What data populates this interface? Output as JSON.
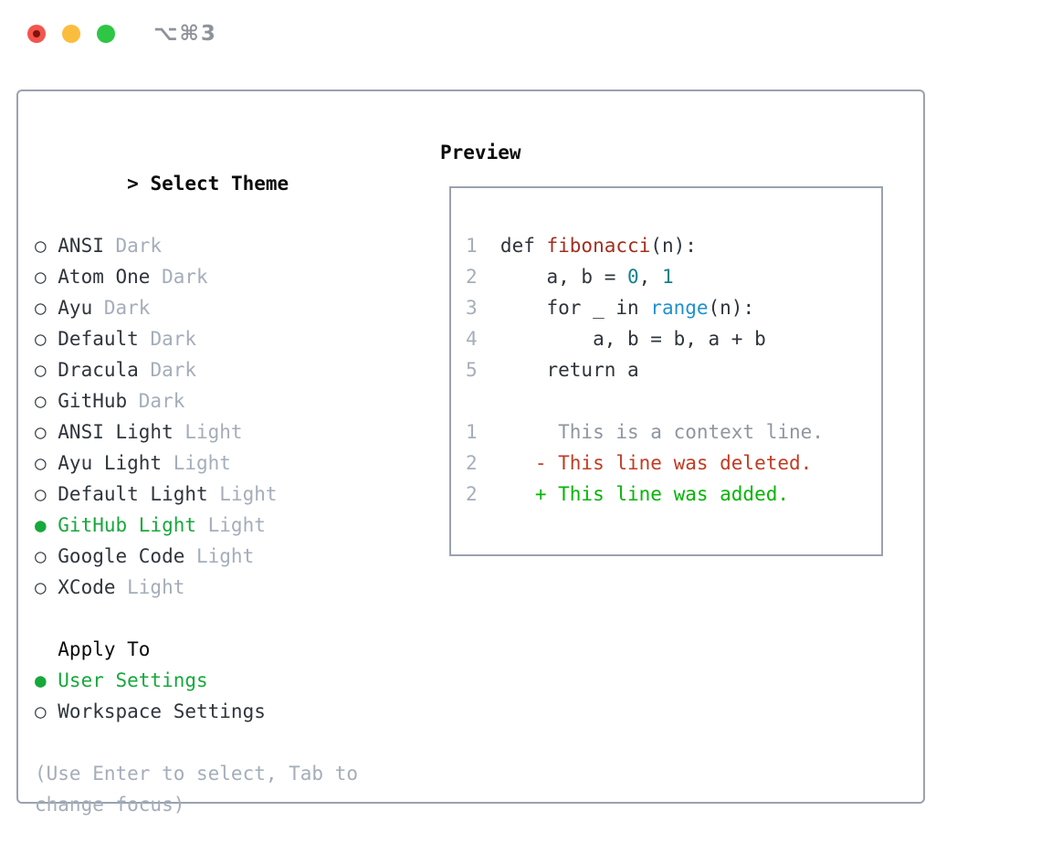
{
  "window": {
    "title": "⌥⌘3"
  },
  "theme_panel": {
    "header": {
      "prefix": ">",
      "label": "Select Theme"
    },
    "markers": {
      "selected": "●",
      "unselected": "○"
    },
    "items": [
      {
        "name": "ANSI",
        "variant": "Dark",
        "selected": false
      },
      {
        "name": "Atom One",
        "variant": "Dark",
        "selected": false
      },
      {
        "name": "Ayu",
        "variant": "Dark",
        "selected": false
      },
      {
        "name": "Default",
        "variant": "Dark",
        "selected": false
      },
      {
        "name": "Dracula",
        "variant": "Dark",
        "selected": false
      },
      {
        "name": "GitHub",
        "variant": "Dark",
        "selected": false
      },
      {
        "name": "ANSI Light",
        "variant": "Light",
        "selected": false
      },
      {
        "name": "Ayu Light",
        "variant": "Light",
        "selected": false
      },
      {
        "name": "Default Light",
        "variant": "Light",
        "selected": false
      },
      {
        "name": "GitHub Light",
        "variant": "Light",
        "selected": true
      },
      {
        "name": "Google Code",
        "variant": "Light",
        "selected": false
      },
      {
        "name": "XCode",
        "variant": "Light",
        "selected": false
      }
    ],
    "apply_to": {
      "label": "Apply To",
      "options": [
        {
          "name": "User Settings",
          "selected": true
        },
        {
          "name": "Workspace Settings",
          "selected": false
        }
      ]
    },
    "hint": "(Use Enter to select, Tab to change focus)"
  },
  "preview": {
    "label": "Preview",
    "code_lines": [
      {
        "num": "1",
        "segments": [
          [
            "code",
            "def "
          ],
          [
            "func",
            "fibonacci"
          ],
          [
            "code",
            "(n):"
          ]
        ]
      },
      {
        "num": "2",
        "segments": [
          [
            "code",
            "    a, b = "
          ],
          [
            "number",
            "0"
          ],
          [
            "code",
            ", "
          ],
          [
            "number",
            "1"
          ]
        ]
      },
      {
        "num": "3",
        "segments": [
          [
            "code",
            "    for _ in "
          ],
          [
            "builtin",
            "range"
          ],
          [
            "code",
            "(n):"
          ]
        ]
      },
      {
        "num": "4",
        "segments": [
          [
            "code",
            "        a, b = b, a + b"
          ]
        ]
      },
      {
        "num": "5",
        "segments": [
          [
            "code",
            "    return a"
          ]
        ]
      }
    ],
    "diff_lines": [
      {
        "num": "1",
        "kind": "context",
        "text": "     This is a context line."
      },
      {
        "num": "2",
        "kind": "deleted",
        "text": "   - This line was deleted."
      },
      {
        "num": "2",
        "kind": "added",
        "text": "   + This line was added."
      }
    ]
  },
  "colors": {
    "accent_green": "#17a83c",
    "heading": "#0b0b0b",
    "dark": "#2f353c",
    "marker_gray": "#3a4046",
    "muted": "#a4adba",
    "border": "#9aa2ae",
    "line_number": "#a6aeb9",
    "code_default": "#2e343b",
    "func_red": "#a42e1e",
    "number_teal": "#11808d",
    "builtin_blue": "#2190cd",
    "diff_context": "#8e969f",
    "diff_deleted": "#c23b22",
    "diff_added": "#06b406",
    "title_gray": "#8e939a",
    "traffic_red": "#f4544c",
    "traffic_red_dot": "#7e150e",
    "traffic_yellow": "#fbbd3e",
    "traffic_green": "#2ec644"
  }
}
